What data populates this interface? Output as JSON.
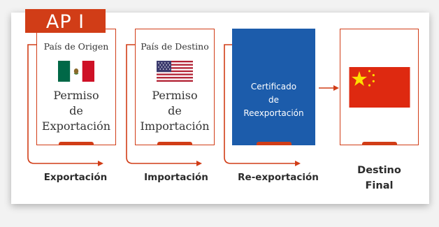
{
  "header": {
    "label": "AP I"
  },
  "cards": [
    {
      "small_label": "País de Origen",
      "flag_icon": "mexico-flag-icon",
      "main_lines": [
        "Permiso",
        "de",
        "Exportación"
      ]
    },
    {
      "small_label": "País de Destino",
      "flag_icon": "usa-flag-icon",
      "main_lines": [
        "Permiso",
        "de",
        "Importación"
      ]
    },
    {
      "main_lines": [
        "Certificado",
        "de",
        "Reexportación"
      ]
    },
    {
      "flag_icon": "china-flag-icon"
    }
  ],
  "steps": [
    {
      "label": "Exportación"
    },
    {
      "label": "Importación"
    },
    {
      "label": "Re-exportación"
    },
    {
      "label_lines": [
        "Destino",
        "Final"
      ]
    }
  ],
  "colors": {
    "accent": "#d13d17",
    "blue": "#1c5cab",
    "china_red": "#de2910",
    "china_yellow": "#ffde00"
  }
}
